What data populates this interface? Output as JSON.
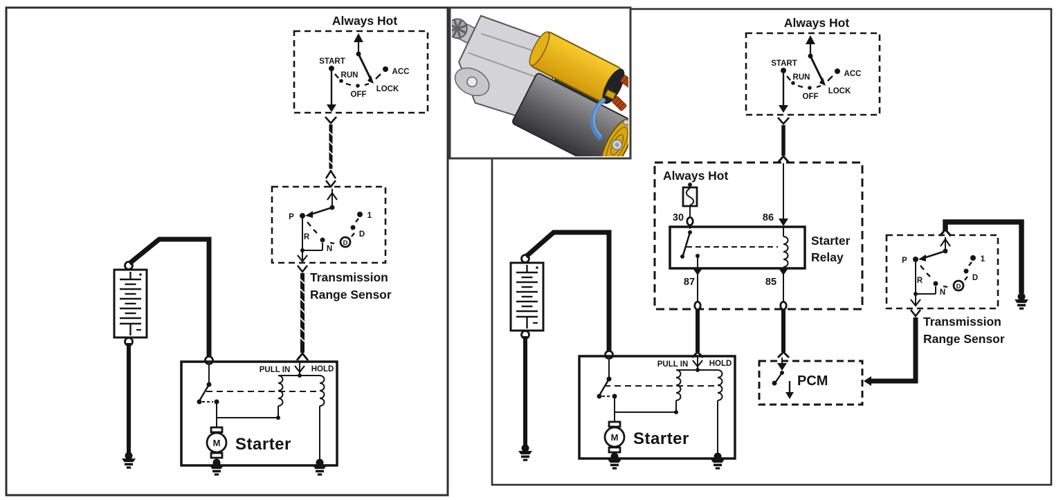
{
  "left_panel": {
    "ignition_switch": {
      "feed_label": "Always Hot",
      "positions": {
        "start": "START",
        "run": "RUN",
        "off": "OFF",
        "lock": "LOCK",
        "acc": "ACC"
      }
    },
    "range_sensor": {
      "name_line1": "Transmission",
      "name_line2": "Range Sensor",
      "positions": {
        "park": "P",
        "reverse": "R",
        "neutral": "N",
        "drive_circled": "D",
        "drive": "D",
        "low": "1"
      }
    },
    "starter": {
      "name": "Starter",
      "motor_letter": "M",
      "pull_in_label": "PULL IN",
      "hold_label": "HOLD"
    }
  },
  "right_panel": {
    "ignition_switch": {
      "feed_label": "Always Hot",
      "positions": {
        "start": "START",
        "run": "RUN",
        "off": "OFF",
        "lock": "LOCK",
        "acc": "ACC"
      }
    },
    "relay": {
      "feed_label": "Always Hot",
      "name_line1": "Starter",
      "name_line2": "Relay",
      "pin_30": "30",
      "pin_86": "86",
      "pin_87": "87",
      "pin_85": "85"
    },
    "pcm": {
      "name": "PCM"
    },
    "range_sensor": {
      "name_line1": "Transmission",
      "name_line2": "Range Sensor",
      "positions": {
        "park": "P",
        "reverse": "R",
        "neutral": "N",
        "drive_circled": "D",
        "drive": "D",
        "low": "1"
      }
    },
    "starter": {
      "name": "Starter",
      "motor_letter": "M",
      "pull_in_label": "PULL IN",
      "hold_label": "HOLD"
    }
  },
  "photo": {
    "subject": "starter-motor",
    "colors": {
      "solenoid": "#f2bb16",
      "motor_body": "#6e6e72",
      "end_cap": "#d9a512",
      "terminals": "#bf4a16",
      "wire": "#4d86c8",
      "housing": "#d4d4d8"
    }
  }
}
